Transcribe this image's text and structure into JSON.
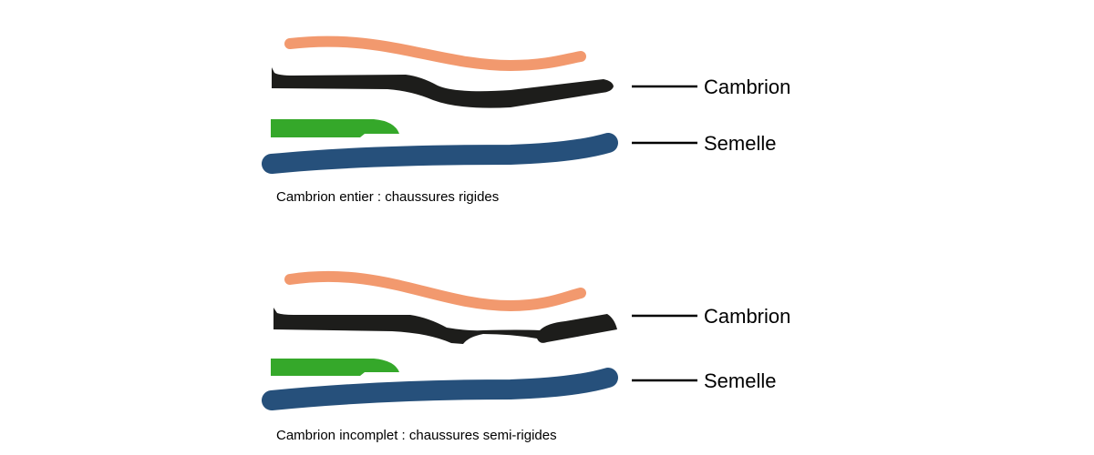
{
  "colors": {
    "upper": "#f2996e",
    "cambrion": "#1d1d1b",
    "insole": "#35a82a",
    "sole": "#26507b"
  },
  "diagrams": [
    {
      "labels": [
        "Cambrion",
        "Semelle"
      ],
      "caption": "Cambrion entier : chaussures rigides"
    },
    {
      "labels": [
        "Cambrion",
        "Semelle"
      ],
      "caption": "Cambrion incomplet : chaussures semi-rigides"
    }
  ]
}
